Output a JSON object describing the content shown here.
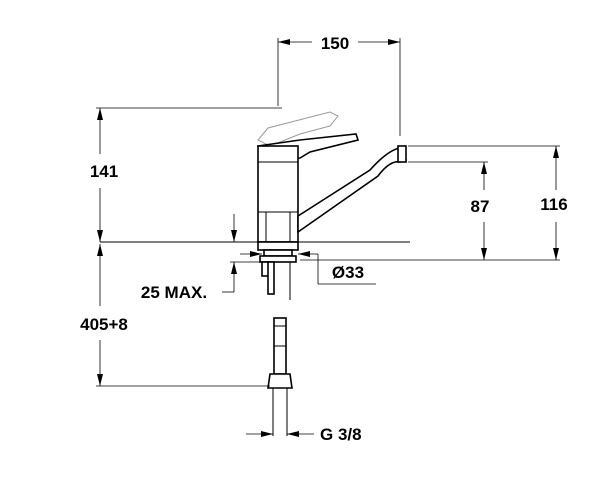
{
  "dimensions": {
    "spout_reach": "150",
    "total_height": "141",
    "spout_height": "87",
    "aerator_height": "116",
    "deck_thickness": "25 MAX.",
    "hole_diameter": "Ø33",
    "hose_length": "405+8",
    "connection": "G 3/8"
  }
}
